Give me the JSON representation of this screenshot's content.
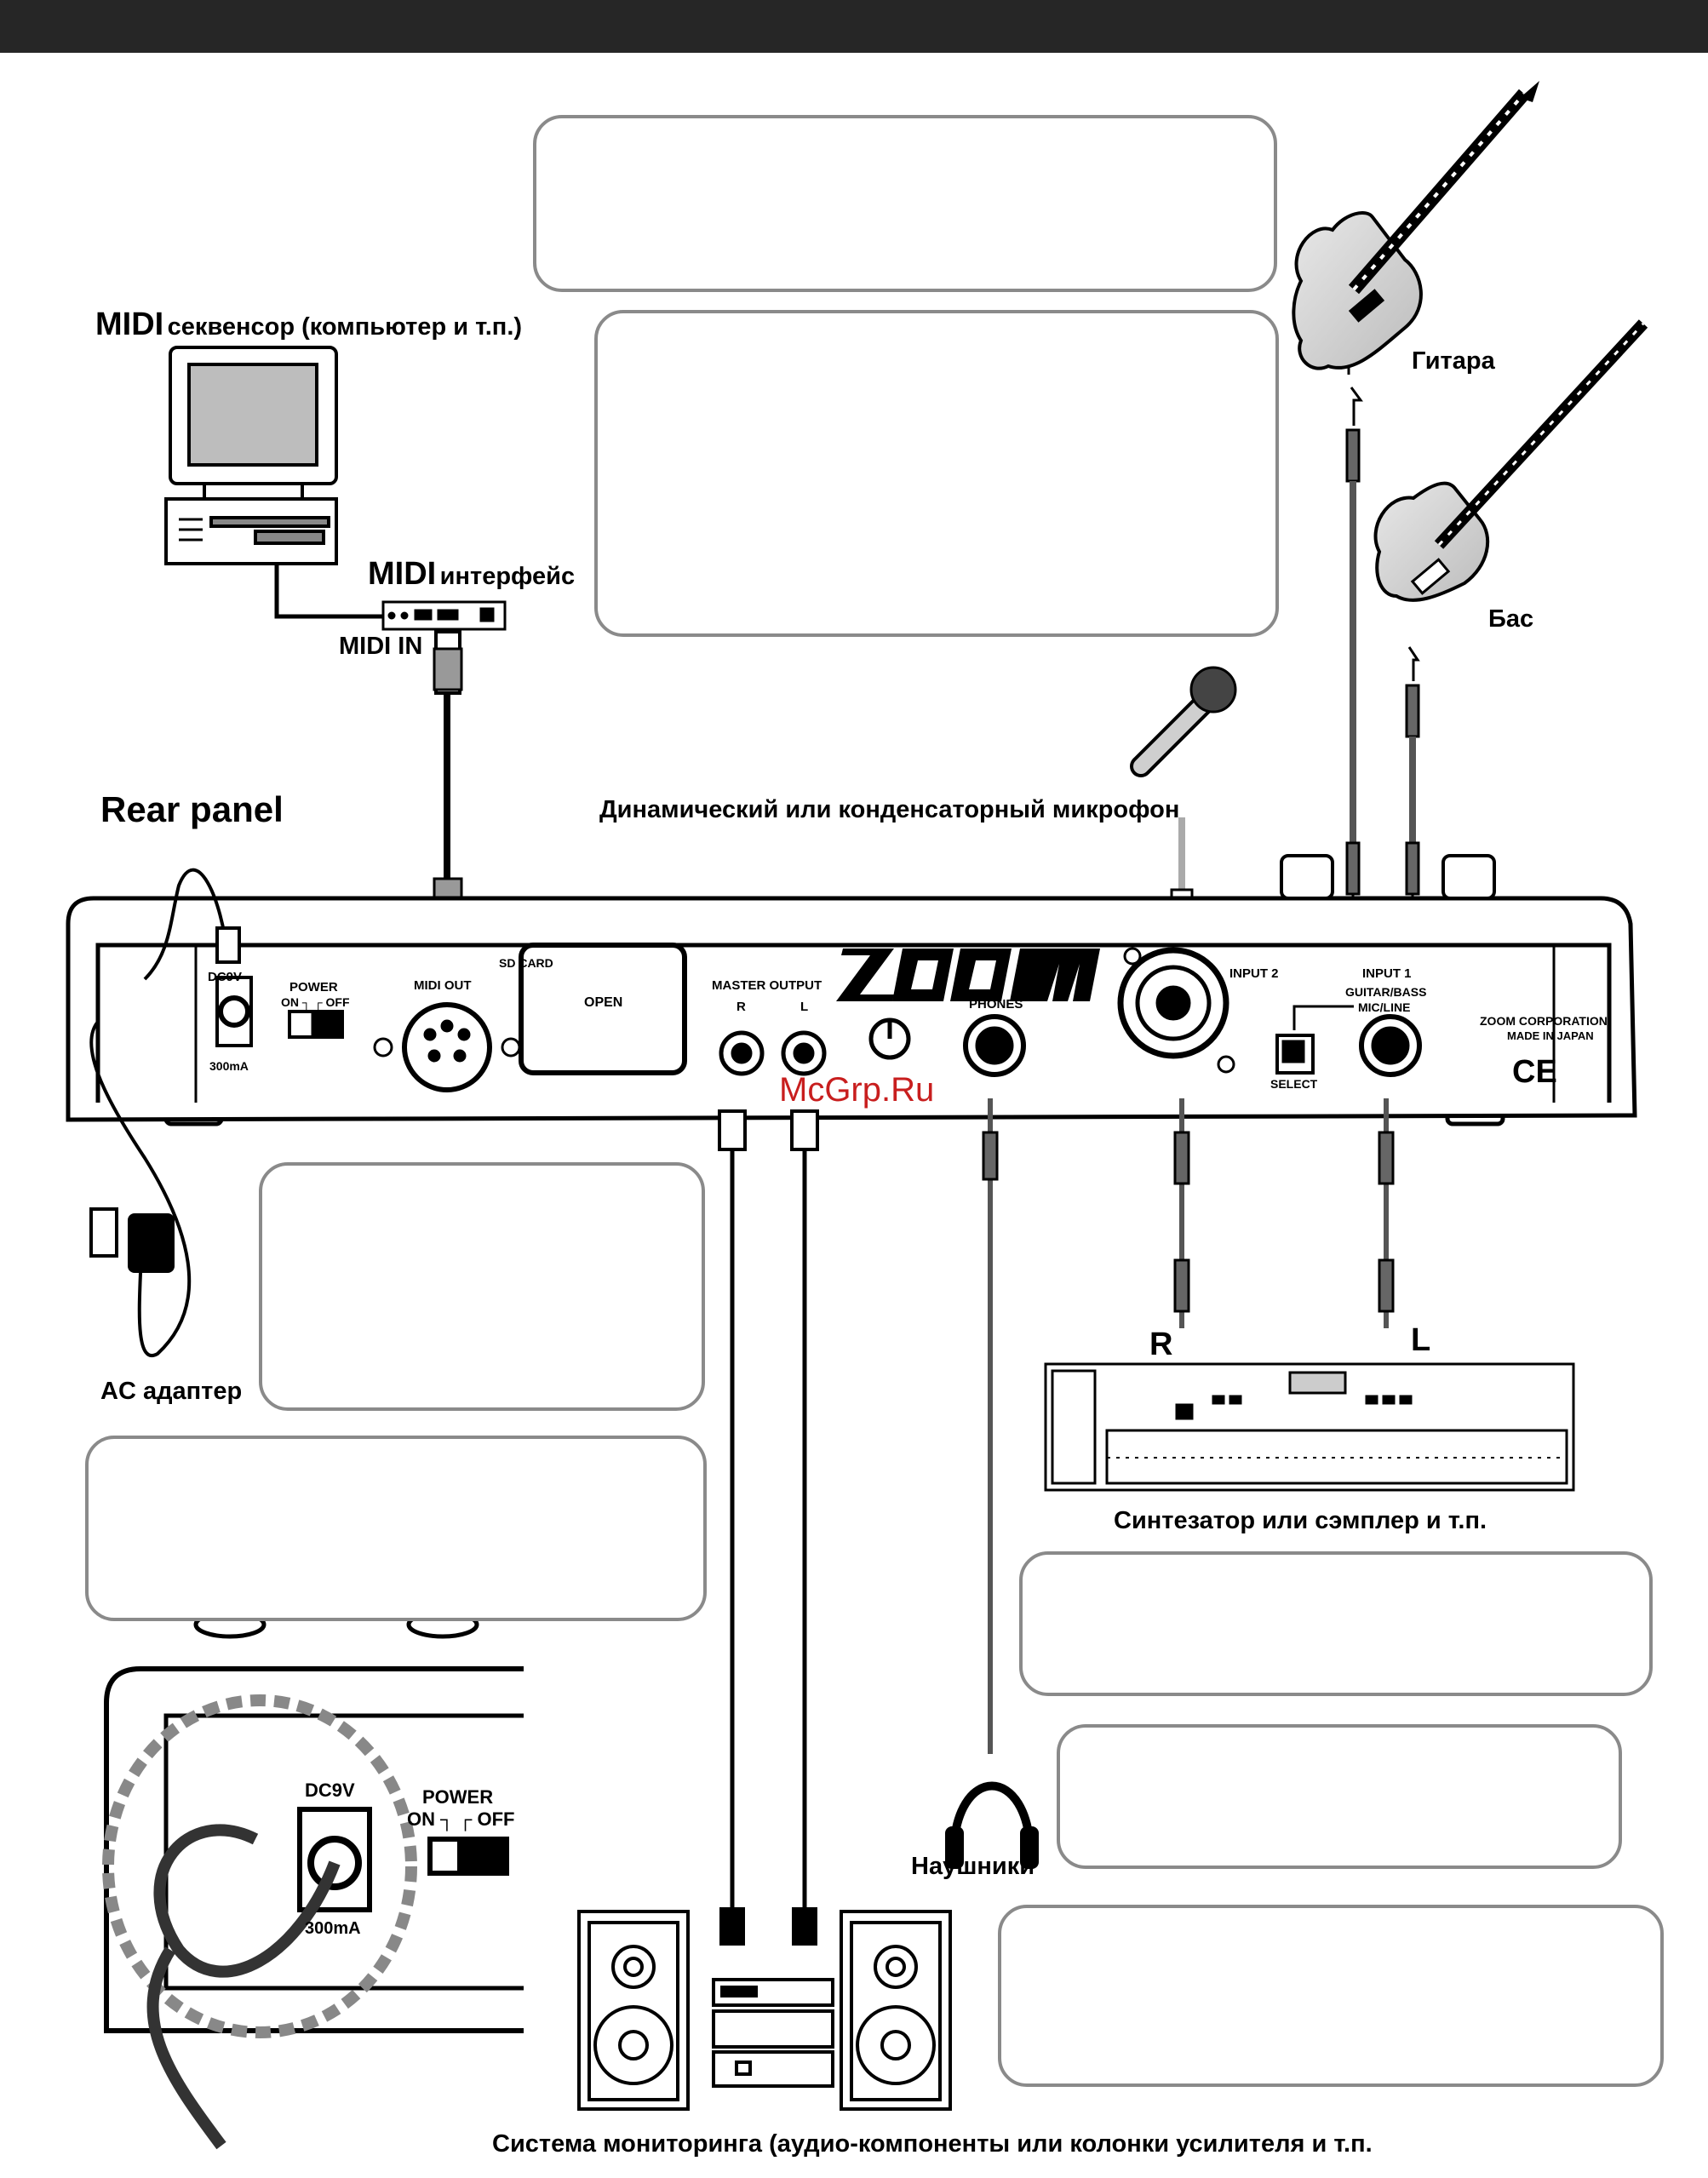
{
  "labels": {
    "midi_sequencer_prefix": "MIDI",
    "midi_sequencer_text": "секвенсор (компьютер и т.п.)",
    "midi_interface_prefix": "MIDI",
    "midi_interface_text": "интерфейс",
    "midi_in": "MIDI IN",
    "guitar": "Гитара",
    "bass": "Бас",
    "microphone": "Динамический или конденсаторный микрофон",
    "rear_panel": "Rear panel",
    "ac_adapter": "AC адаптер",
    "right": "R",
    "left": "L",
    "synth": "Синтезатор или сэмплер и т.п.",
    "headphones": "Наушники",
    "monitoring": "Система мониторинга (аудио-компоненты или колонки усилителя и т.п.",
    "watermark": "McGrp.Ru"
  },
  "panel": {
    "dc_in": "DC9V",
    "power": "POWER",
    "power_on_off": "ON ┐ ┌ OFF",
    "adapter_current": "300mA",
    "midi_out": "MIDI OUT",
    "card_slot": "SD CARD",
    "card_open": "OPEN",
    "master_output": "MASTER OUTPUT",
    "master_r": "R",
    "master_l": "L",
    "phones": "PHONES",
    "input_2": "INPUT 2",
    "input_1": "INPUT 1",
    "select": "SELECT",
    "instrument": "GUITAR/BASS",
    "mic_line": "MIC/LINE",
    "brand": "ZOOM",
    "maker": "ZOOM CORPORATION",
    "made_in": "MADE IN JAPAN",
    "ce": "CE"
  },
  "colors": {
    "topbar": "#262626",
    "box_border": "#8a8a8a",
    "watermark": "#c81e1e",
    "cable_dark": "#222222",
    "cable_grey": "#777777"
  },
  "icons": [
    "computer-icon",
    "midi-interface-icon",
    "guitar-icon",
    "bass-icon",
    "microphone-icon",
    "ac-adapter-icon",
    "synthesizer-icon",
    "headphones-icon",
    "speaker-icon",
    "amplifier-icon"
  ]
}
